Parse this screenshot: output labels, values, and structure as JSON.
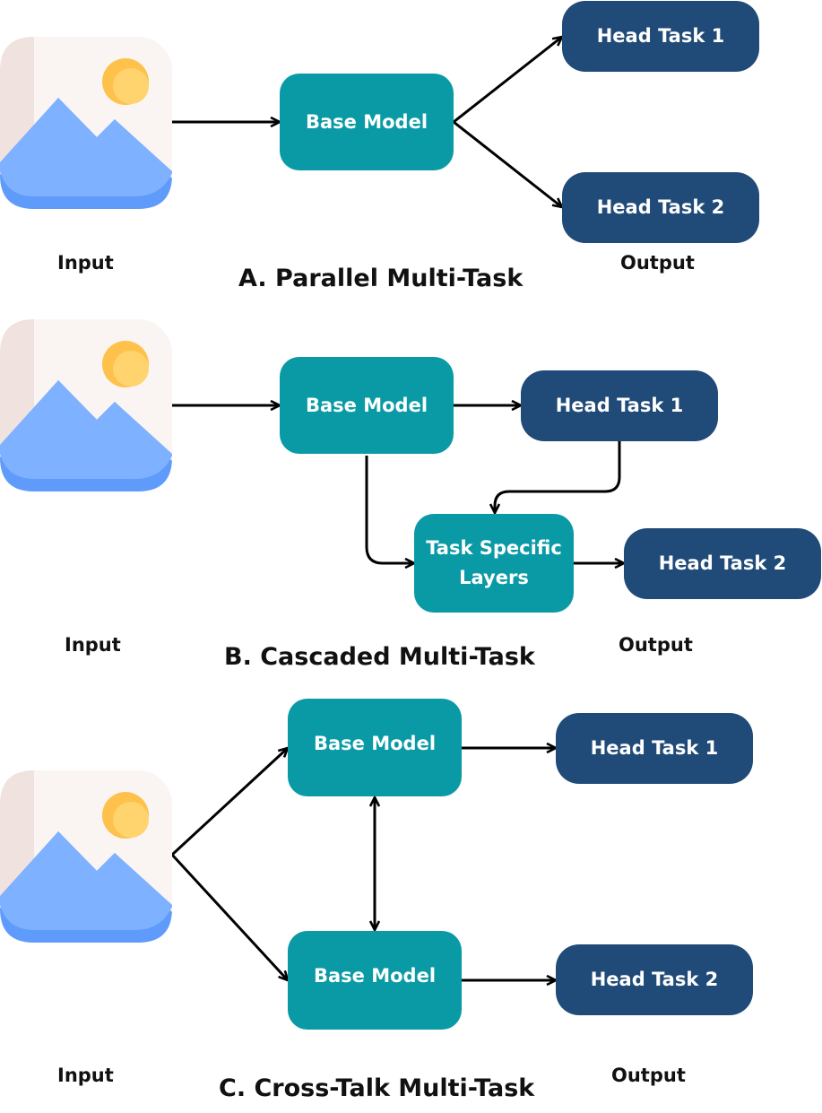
{
  "colors": {
    "teal": "#0a9aa5",
    "navy": "#204a77",
    "arrow": "#000000",
    "icon_bg": "#faf5f2",
    "icon_edge": "#f0e2de",
    "mountain": "#7eb1ff",
    "mountain_shadow": "#5f9bfa",
    "sun": "#fec14b",
    "sun_light": "#ffd36e"
  },
  "icons": {
    "input_image": "image-icon"
  },
  "sectionA": {
    "title": "A. Parallel Multi-Task",
    "input_label": "Input",
    "output_label": "Output",
    "base_model": "Base Model",
    "head1": "Head Task 1",
    "head2": "Head Task 2"
  },
  "sectionB": {
    "title": "B. Cascaded Multi-Task",
    "input_label": "Input",
    "output_label": "Output",
    "base_model": "Base Model",
    "head1": "Head Task 1",
    "task_specific": "Task Specific Layers",
    "head2": "Head Task 2"
  },
  "sectionC": {
    "title": "C. Cross-Talk Multi-Task",
    "input_label": "Input",
    "output_label": "Output",
    "base_model_top": "Base Model",
    "base_model_bottom": "Base Model",
    "head1": "Head Task 1",
    "head2": "Head Task 2"
  }
}
